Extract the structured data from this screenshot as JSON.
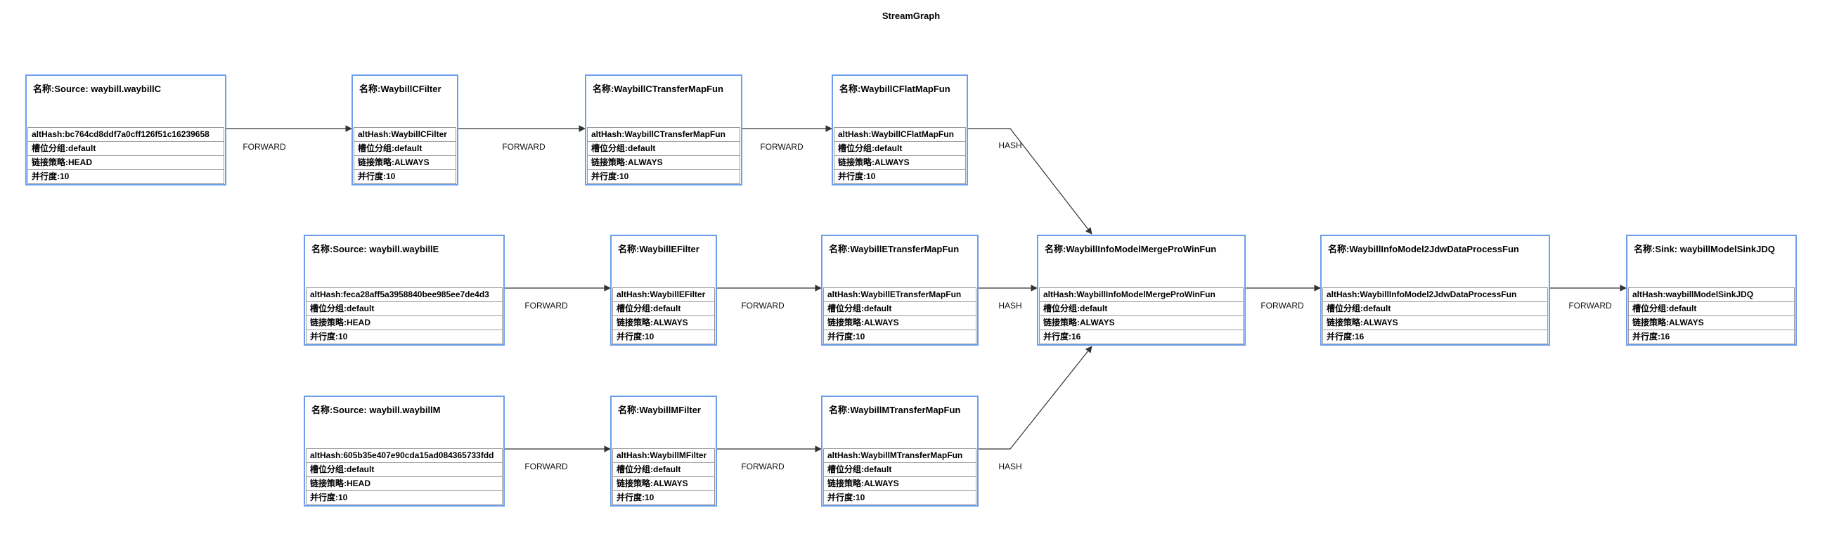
{
  "title": "StreamGraph",
  "labels": {
    "name": "名称:",
    "alt_hash": "altHash:",
    "slot_group": "槽位分组:",
    "chain_strategy": "链接策略:",
    "parallelism": "并行度:"
  },
  "colors": {
    "node_border": "#6d9eeb",
    "row_border": "#999999",
    "edge_color": "#333333",
    "background": "#ffffff"
  },
  "nodes": [
    {
      "id": "source-waybillC",
      "name": "Source: waybill.waybillC",
      "alt_hash": "bc764cd8ddf7a0cff126f51c16239658",
      "slot_group": "default",
      "chain_strategy": "HEAD",
      "parallelism": "10"
    },
    {
      "id": "waybillCFilter",
      "name": "WaybillCFilter",
      "alt_hash": "WaybillCFilter",
      "slot_group": "default",
      "chain_strategy": "ALWAYS",
      "parallelism": "10"
    },
    {
      "id": "waybillCTransferMapFun",
      "name": "WaybillCTransferMapFun",
      "alt_hash": "WaybillCTransferMapFun",
      "slot_group": "default",
      "chain_strategy": "ALWAYS",
      "parallelism": "10"
    },
    {
      "id": "waybillCFlatMapFun",
      "name": "WaybillCFlatMapFun",
      "alt_hash": "WaybillCFlatMapFun",
      "slot_group": "default",
      "chain_strategy": "ALWAYS",
      "parallelism": "10"
    },
    {
      "id": "source-waybillE",
      "name": "Source: waybill.waybillE",
      "alt_hash": "feca28aff5a3958840bee985ee7de4d3",
      "slot_group": "default",
      "chain_strategy": "HEAD",
      "parallelism": "10"
    },
    {
      "id": "waybillEFilter",
      "name": "WaybillEFilter",
      "alt_hash": "WaybillEFilter",
      "slot_group": "default",
      "chain_strategy": "ALWAYS",
      "parallelism": "10"
    },
    {
      "id": "waybillETransferMapFun",
      "name": "WaybillETransferMapFun",
      "alt_hash": "WaybillETransferMapFun",
      "slot_group": "default",
      "chain_strategy": "ALWAYS",
      "parallelism": "10"
    },
    {
      "id": "waybillInfoModelMergeProWinFun",
      "name": "WaybillInfoModelMergeProWinFun",
      "alt_hash": "WaybillInfoModelMergeProWinFun",
      "slot_group": "default",
      "chain_strategy": "ALWAYS",
      "parallelism": "16"
    },
    {
      "id": "waybillInfoModel2JdwDataProcessFun",
      "name": "WaybillInfoModel2JdwDataProcessFun",
      "alt_hash": "WaybillInfoModel2JdwDataProcessFun",
      "slot_group": "default",
      "chain_strategy": "ALWAYS",
      "parallelism": "16"
    },
    {
      "id": "sink-waybillModelSinkJDQ",
      "name": "Sink: waybillModelSinkJDQ",
      "alt_hash": "waybillModelSinkJDQ",
      "slot_group": "default",
      "chain_strategy": "ALWAYS",
      "parallelism": "16"
    },
    {
      "id": "source-waybillM",
      "name": "Source: waybill.waybillM",
      "alt_hash": "605b35e407e90cda15ad084365733fdd",
      "slot_group": "default",
      "chain_strategy": "HEAD",
      "parallelism": "10"
    },
    {
      "id": "waybillMFilter",
      "name": "WaybillMFilter",
      "alt_hash": "WaybillMFilter",
      "slot_group": "default",
      "chain_strategy": "ALWAYS",
      "parallelism": "10"
    },
    {
      "id": "waybillMTransferMapFun",
      "name": "WaybillMTransferMapFun",
      "alt_hash": "WaybillMTransferMapFun",
      "slot_group": "default",
      "chain_strategy": "ALWAYS",
      "parallelism": "10"
    }
  ],
  "edges": [
    {
      "from": "source-waybillC",
      "to": "waybillCFilter",
      "label": "FORWARD"
    },
    {
      "from": "waybillCFilter",
      "to": "waybillCTransferMapFun",
      "label": "FORWARD"
    },
    {
      "from": "waybillCTransferMapFun",
      "to": "waybillCFlatMapFun",
      "label": "FORWARD"
    },
    {
      "from": "waybillCFlatMapFun",
      "to": "waybillInfoModelMergeProWinFun",
      "label": "HASH"
    },
    {
      "from": "source-waybillE",
      "to": "waybillEFilter",
      "label": "FORWARD"
    },
    {
      "from": "waybillEFilter",
      "to": "waybillETransferMapFun",
      "label": "FORWARD"
    },
    {
      "from": "waybillETransferMapFun",
      "to": "waybillInfoModelMergeProWinFun",
      "label": "HASH"
    },
    {
      "from": "waybillInfoModelMergeProWinFun",
      "to": "waybillInfoModel2JdwDataProcessFun",
      "label": "FORWARD"
    },
    {
      "from": "waybillInfoModel2JdwDataProcessFun",
      "to": "sink-waybillModelSinkJDQ",
      "label": "FORWARD"
    },
    {
      "from": "source-waybillM",
      "to": "waybillMFilter",
      "label": "FORWARD"
    },
    {
      "from": "waybillMFilter",
      "to": "waybillMTransferMapFun",
      "label": "FORWARD"
    },
    {
      "from": "waybillMTransferMapFun",
      "to": "waybillInfoModelMergeProWinFun",
      "label": "HASH"
    }
  ]
}
